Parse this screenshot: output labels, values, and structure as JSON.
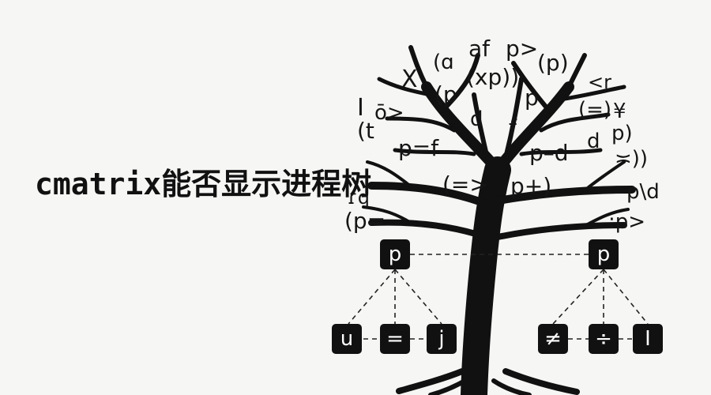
{
  "title": "cmatrix能否显示进程树",
  "colors": {
    "background": "#f6f6f4",
    "ink": "#111111",
    "node_text": "#ffffff"
  },
  "tree_symbols": [
    "(ɑ",
    "af",
    "p>",
    "(p)",
    "X",
    "(xp))",
    "(p",
    "p",
    "<r",
    "I",
    "ō>",
    "d",
    "f",
    "(=)",
    "¥",
    "(t",
    "p=f",
    "p–d",
    "d",
    "p)",
    "(=>",
    "p+)",
    "≍))",
    "ɾq",
    "ρ\\d",
    "(p=",
    ":p>"
  ],
  "diagram": {
    "parents": [
      "p",
      "p"
    ],
    "left_children": [
      "u",
      "=",
      "j"
    ],
    "right_children": [
      "≠",
      "÷",
      "I"
    ]
  }
}
